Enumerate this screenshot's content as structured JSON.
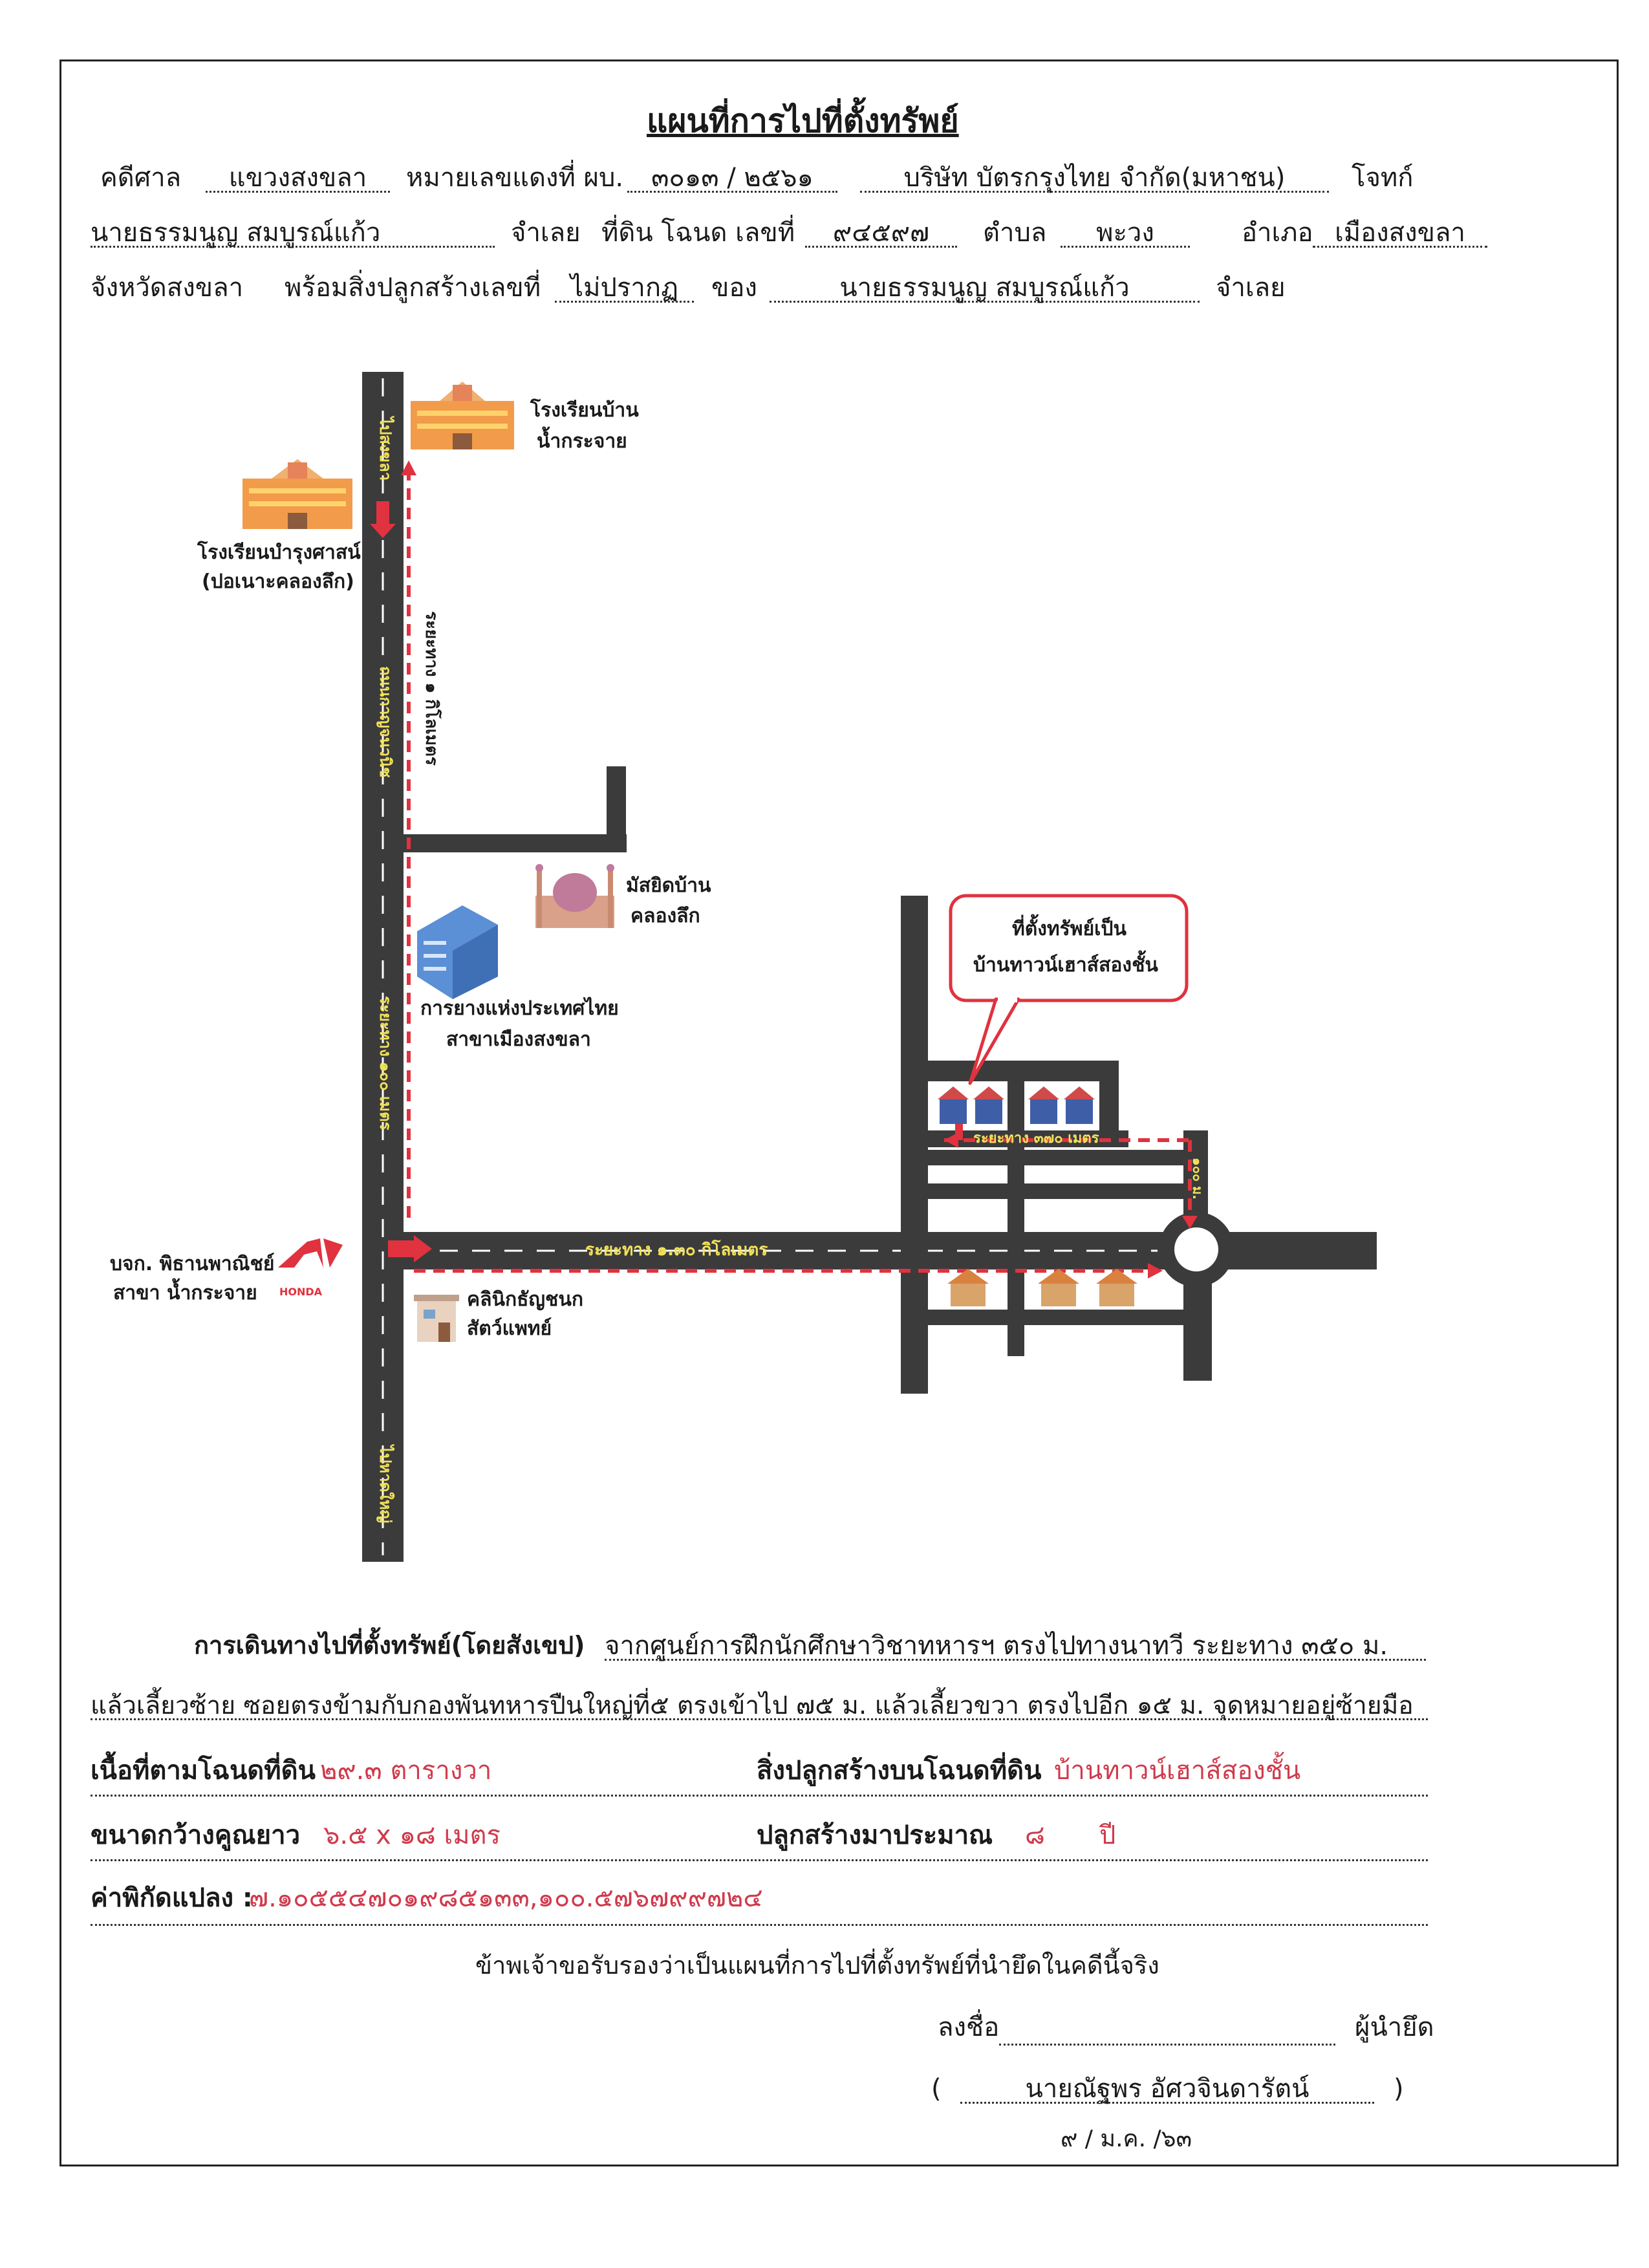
{
  "title": "แผนที่การไปที่ตั้งทรัพย์",
  "header": {
    "court_label": "คดีศาล",
    "court_value": "แขวงสงขลา",
    "case_label": "หมายเลขแดงที่ ผบ.",
    "case_value": "๓๐๑๓ / ๒๕๖๑",
    "plaintiff_value": "บริษัท บัตรกรุงไทย จำกัด(มหาชน)",
    "plaintiff_label": "โจทก์",
    "defendant_value": "นายธรรมนูญ สมบูรณ์แก้ว",
    "defendant_label": "จำเลย",
    "land_label": "ที่ดิน โฉนด เลขที่",
    "deed_value": "๙๔๕๙๗",
    "subdistrict_label": "ตำบล",
    "subdistrict_value": "พะวง",
    "district_label": "อำเภอ",
    "district_value": "เมืองสงขลา",
    "province_text": "จังหวัดสงขลา",
    "building_label": "พร้อมสิ่งปลูกสร้างเลขที่",
    "building_value": "ไม่ปรากฏ",
    "owner_label": "ของ",
    "owner_value": "นายธรรมนูญ สมบูรณ์แก้ว",
    "owner_suffix": "จำเลย"
  },
  "map": {
    "road_top_label": "ไปสงขลา",
    "road_name": "ถนนกาญจนวนิช",
    "road_bottom_label": "ไปหาดใหญ่",
    "distance_1km": "ระยะทาง ๑ กิโลเมตร",
    "distance_100m": "ระยะทาง ๑๐๐ เมตร",
    "distance_130km": "ระยะทาง ๑.๓๐ กิโลเมตร",
    "distance_370m": "ระยะทาง ๓๗๐ เมตร",
    "distance_100m_short": "๑๐๐ ม.",
    "school_1": "โรงเรียนบ้าน",
    "school_1b": "น้ำกระจาย",
    "school_2": "โรงเรียนบำรุงศาสน์",
    "school_2b": "(ปอเนาะคลองลึก)",
    "mosque": "มัสยิดบ้าน",
    "mosque_b": "คลองลึก",
    "rubber_office": "การยางแห่งประเทศไทย",
    "rubber_office_b": "สาขาเมืองสงขลา",
    "dealer": "บจก. พิธานพาณิชย์",
    "dealer_b": "สาขา น้ำกระจาย",
    "brand": "HONDA",
    "clinic": "คลินิกธัญชนก",
    "clinic_b": "สัตว์แพทย์",
    "callout_1": "ที่ตั้งทรัพย์เป็น",
    "callout_2": "บ้านทาวน์เฮาส์สองชั้น"
  },
  "directions": {
    "label": "การเดินทางไปที่ตั้งทรัพย์(โดยสังเขป)",
    "line1": "จากศูนย์การฝึกนักศึกษาวิชาทหารฯ ตรงไปทางนาทวี ระยะทาง ๓๕๐ ม.",
    "line2": "แล้วเลี้ยวซ้าย ซอยตรงข้ามกับกองพันทหารปืนใหญ่ที่๕ ตรงเข้าไป ๗๕ ม. แล้วเลี้ยวขวา ตรงไปอีก ๑๕ ม. จุดหมายอยู่ซ้ายมือ"
  },
  "details": {
    "area_label": "เนื้อที่ตามโฉนดที่ดิน",
    "area_value": "๒๙.๓ ตารางวา",
    "structure_label": "สิ่งปลูกสร้างบนโฉนดที่ดิน",
    "structure_value": "บ้านทาวน์เฮาส์สองชั้น",
    "size_label": "ขนาดกว้างคูณยาว",
    "size_value": "๖.๕ x ๑๘ เมตร",
    "age_label": "ปลูกสร้างมาประมาณ",
    "age_value": "๘",
    "age_unit": "ปี",
    "coord_label": "ค่าพิกัดแปลง :",
    "coord_value": "๗.๑๐๕๕๔๗๐๑๙๘๕๑๓๓,๑๐๐.๕๗๖๗๙๙๗๒๔"
  },
  "certification": {
    "statement": "ข้าพเจ้าขอรับรองว่าเป็นแผนที่การไปที่ตั้งทรัพย์ที่นำยึดในคดีนี้จริง",
    "sign_label": "ลงชื่อ",
    "role": "ผู้นำยึด",
    "name_open": "(",
    "name": "นายณัฐพร อัศวจินดารัตน์",
    "name_close": ")",
    "date": "๙ / ม.ค. /๖๓"
  },
  "colors": {
    "road": "#3b3b3b",
    "route": "#e0323f",
    "distance_text": "#f2e25a",
    "value_text": "#d03a4c",
    "callout_border": "#e0323f"
  }
}
